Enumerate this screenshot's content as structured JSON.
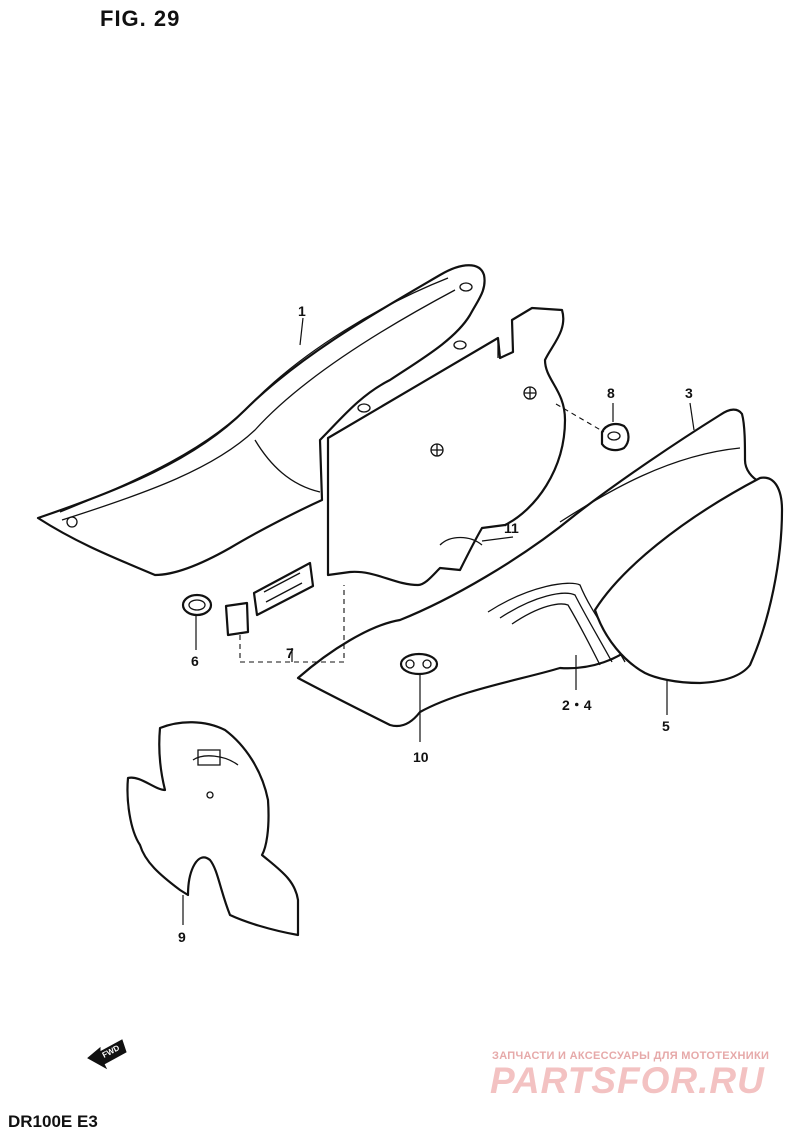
{
  "figure": {
    "title": "FIG. 29",
    "model": "DR100E E3"
  },
  "callouts": [
    {
      "id": "callout-1",
      "label": "1"
    },
    {
      "id": "callout-2-4",
      "label": "2・4"
    },
    {
      "id": "callout-3",
      "label": "3"
    },
    {
      "id": "callout-5",
      "label": "5"
    },
    {
      "id": "callout-6",
      "label": "6"
    },
    {
      "id": "callout-7",
      "label": "7"
    },
    {
      "id": "callout-8",
      "label": "8"
    },
    {
      "id": "callout-9",
      "label": "9"
    },
    {
      "id": "callout-10",
      "label": "10"
    },
    {
      "id": "callout-11",
      "label": "11"
    }
  ],
  "fwd_marker": "FWD",
  "watermark": {
    "tagline": "ЗАПЧАСТИ И АКСЕССУАРЫ ДЛЯ МОТОТЕХНИКИ",
    "logo": "PARTSFOR.RU"
  },
  "colors": {
    "line": "#111111",
    "watermark": "#f3c2c2"
  }
}
